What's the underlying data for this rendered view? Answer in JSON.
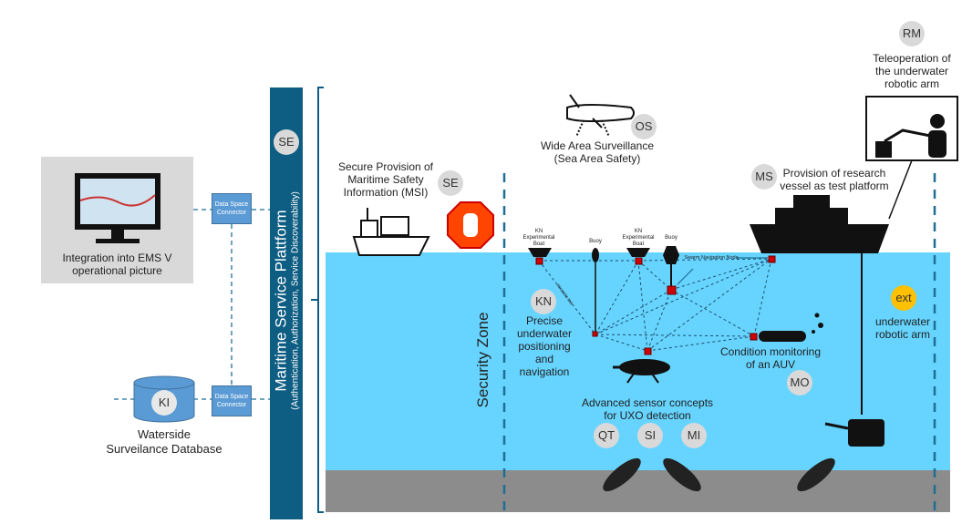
{
  "ems": {
    "line1": "Integration into EMS V",
    "line2": "operational picture"
  },
  "connectors": [
    "Data Space Connector",
    "Data Space Connector"
  ],
  "database": {
    "badge": "KI",
    "line1": "Waterside",
    "line2": "Surveilance Database"
  },
  "platform": {
    "title": "Maritime Service Plattform",
    "subtitle": "(Authentication, Authorization, Service Discoverability)",
    "badge": "SE"
  },
  "msi": {
    "label": "Secure Provision of Maritime Safety Information (MSI)",
    "badge": "SE"
  },
  "surveillance": {
    "badge": "OS",
    "line1": "Wide Area Surveillance",
    "line2": "(Sea Area Safety)"
  },
  "research": {
    "badge": "MS",
    "line1": "Provision of research",
    "line2": "vessel as test platform"
  },
  "teleop": {
    "badge": "RM",
    "line1": "Teleoperation of",
    "line2": "the underwater",
    "line3": "robotic arm"
  },
  "security_zone": "Security Zone",
  "positioning": {
    "badge": "KN",
    "lines": [
      "Precise",
      "underwater",
      "positioning",
      "and",
      "navigation"
    ]
  },
  "nodes": {
    "boat1": "KN Experimental Boat",
    "boat2": "KN Experimental Boat",
    "buoy1": "Buoy",
    "buoy2": "Buoy",
    "swarm": "Swarm Navigation Node",
    "acoustic": "acoustic link"
  },
  "auv": {
    "line1": "Condition monitoring",
    "line2": "of an AUV",
    "badge": "MO"
  },
  "uxo": {
    "line1": "Advanced sensor concepts",
    "line2": "for UXO detection",
    "badges": [
      "QT",
      "SI",
      "MI"
    ]
  },
  "arm": {
    "badge": "ext",
    "line1": "underwater",
    "line2": "robotic arm"
  },
  "colors": {
    "water": "#66d4ff",
    "seabed": "#8c8c8c",
    "platform": "#0e5d82",
    "connector": "#5b9bd5",
    "node": "#d00000",
    "ext": "#ffc000"
  }
}
